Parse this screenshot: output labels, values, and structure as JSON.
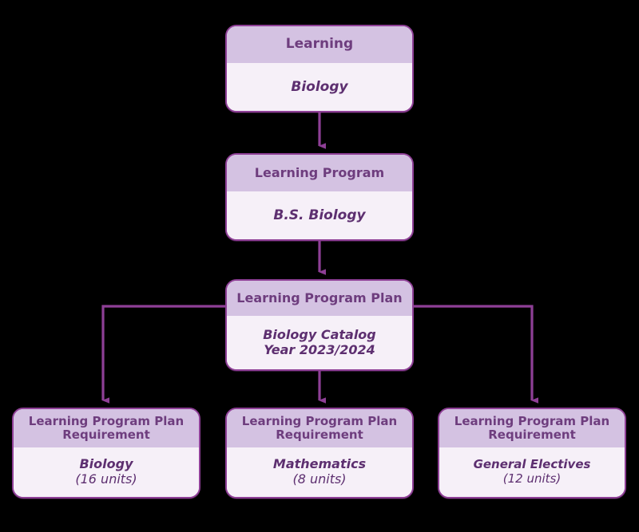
{
  "diagram": {
    "type": "hierarchy-flowchart",
    "background_color": "#000000",
    "theme": {
      "border_color": "#8e3f96",
      "header_fill": "#d4c2e2",
      "body_fill": "#f6f0f8",
      "header_text_color": "#6e3d7e",
      "body_text_color": "#5d2f70",
      "connector_color": "#8e3f96"
    },
    "nodes": [
      {
        "id": "learning",
        "type_label": "Learning",
        "value": "Biology",
        "value_sub": ""
      },
      {
        "id": "learning-program",
        "type_label": "Learning Program",
        "value": "B.S. Biology",
        "value_sub": ""
      },
      {
        "id": "learning-program-plan",
        "type_label": "Learning Program Plan",
        "value": "Biology Catalog",
        "value_sub": "Year 2023/2024"
      },
      {
        "id": "req-biology",
        "type_label_line1": "Learning Program Plan",
        "type_label_line2": "Requirement",
        "value": "Biology",
        "value_sub": "(16 units)"
      },
      {
        "id": "req-math",
        "type_label_line1": "Learning Program Plan",
        "type_label_line2": "Requirement",
        "value": "Mathematics",
        "value_sub": "(8 units)"
      },
      {
        "id": "req-electives",
        "type_label_line1": "Learning Program Plan",
        "type_label_line2": "Requirement",
        "value": "General Electives",
        "value_sub": "(12 units)"
      }
    ],
    "edges": [
      {
        "from": "learning",
        "to": "learning-program",
        "style": "straight-down-arrow"
      },
      {
        "from": "learning-program",
        "to": "learning-program-plan",
        "style": "straight-down-arrow"
      },
      {
        "from": "learning-program-plan",
        "to": "req-biology",
        "style": "elbow-left-arrow"
      },
      {
        "from": "learning-program-plan",
        "to": "req-math",
        "style": "straight-down-arrow"
      },
      {
        "from": "learning-program-plan",
        "to": "req-electives",
        "style": "elbow-right-arrow"
      }
    ]
  }
}
